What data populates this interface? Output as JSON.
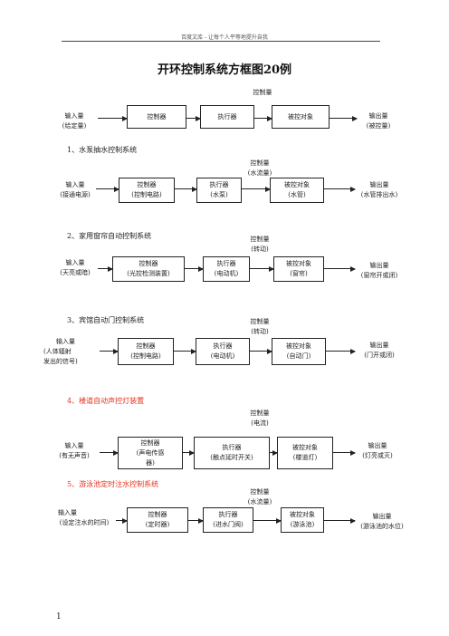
{
  "header": "百度文库 - 让每个人平等地提升自我",
  "title": "开环控制系统方框图20例",
  "generic": {
    "ctrl_qty": "控制量",
    "input": [
      "输入量",
      "(给定量)"
    ],
    "controller": "控制器",
    "actuator": "执行器",
    "plant": "被控对象",
    "output": [
      "输出量",
      "(被控量)"
    ]
  },
  "examples": [
    {
      "heading": "1、水泵抽水控制系统",
      "ctrl": [
        "控制量",
        "(水流量)"
      ],
      "input": [
        "输入量",
        "(接通电源)"
      ],
      "controller": [
        "控制器",
        "(控制电路)"
      ],
      "actuator": [
        "执行器",
        "(水泵)"
      ],
      "plant": [
        "被控对象",
        "(水管)"
      ],
      "output": [
        "输出量",
        "(水管排出水)"
      ]
    },
    {
      "heading": "2、家用窗帘自动控制系统",
      "ctrl": [
        "控制量",
        "(转动)"
      ],
      "input": [
        "输入量",
        "(天亮或暗)"
      ],
      "controller": [
        "控制器",
        "(光控检测装置)"
      ],
      "actuator": [
        "执行器",
        "(电动机)"
      ],
      "plant": [
        "被控对象",
        "(窗帘)"
      ],
      "output": [
        "输出量",
        "(窗帘开或闭)"
      ]
    },
    {
      "heading": "3、宾馆自动门控制系统",
      "ctrl": [
        "控制量",
        "(转动)"
      ],
      "input": [
        "输入量",
        "(人体辐射",
        "发出的信号)"
      ],
      "controller": [
        "控制器",
        "(控制电路)"
      ],
      "actuator": [
        "执行器",
        "(电动机)"
      ],
      "plant": [
        "被控对象",
        "(自动门)"
      ],
      "output": [
        "输出量",
        "(门开或闭)"
      ]
    },
    {
      "heading": "4、楼道自动声控灯装置",
      "ctrl": [
        "控制量",
        "(电流)"
      ],
      "input": [
        "输入量",
        "(有无声音)"
      ],
      "controller": [
        "控制器",
        "(声电传感",
        "器)"
      ],
      "actuator": [
        "执行器",
        "(触点延时开关)"
      ],
      "plant": [
        "被控对象",
        "(楼道灯)"
      ],
      "output": [
        "输出量",
        "(灯亮或灭)"
      ]
    },
    {
      "heading": "5、游泳池定时注水控制系统",
      "ctrl": [
        "控制量",
        "(水流量)"
      ],
      "input": [
        "输入量",
        "(设定注水的时间)"
      ],
      "controller": [
        "控制器",
        "(定时器)"
      ],
      "actuator": [
        "执行器",
        "(进水门阀)"
      ],
      "plant": [
        "被控对象",
        "(游泳池)"
      ],
      "output": [
        "输出量",
        "(游泳池的水位)"
      ]
    }
  ],
  "page_number": "1"
}
